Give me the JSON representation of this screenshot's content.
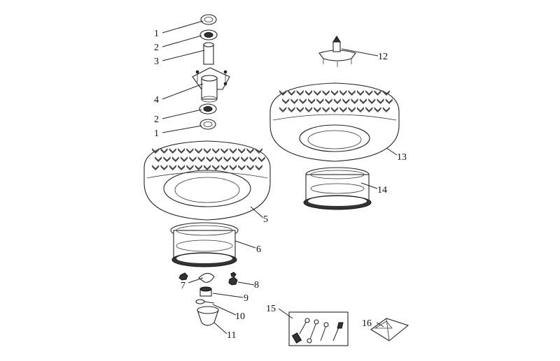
{
  "callouts": [
    {
      "id": "c1a",
      "text": "1"
    },
    {
      "id": "c2a",
      "text": "2"
    },
    {
      "id": "c3",
      "text": "3"
    },
    {
      "id": "c4",
      "text": "4"
    },
    {
      "id": "c2b",
      "text": "2"
    },
    {
      "id": "c1b",
      "text": "1"
    },
    {
      "id": "c5",
      "text": "5"
    },
    {
      "id": "c6",
      "text": "6"
    },
    {
      "id": "c7",
      "text": "7"
    },
    {
      "id": "c8",
      "text": "8"
    },
    {
      "id": "c9",
      "text": "9"
    },
    {
      "id": "c10",
      "text": "10"
    },
    {
      "id": "c11",
      "text": "11"
    },
    {
      "id": "c12",
      "text": "12"
    },
    {
      "id": "c13",
      "text": "13"
    },
    {
      "id": "c14",
      "text": "14"
    },
    {
      "id": "c15",
      "text": "15"
    },
    {
      "id": "c16",
      "text": "16"
    }
  ]
}
